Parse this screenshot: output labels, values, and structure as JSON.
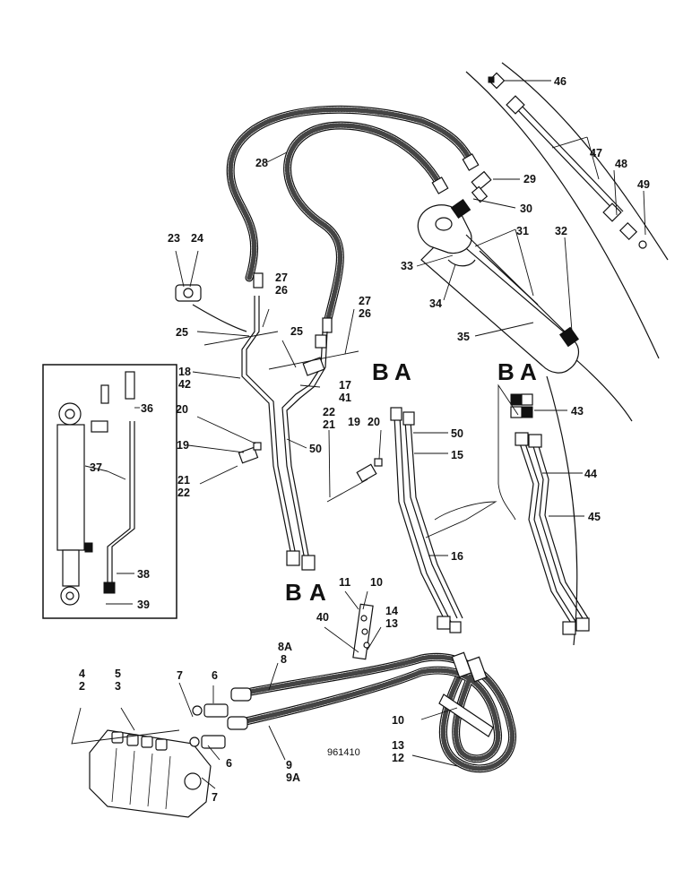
{
  "drawing_number": "961410",
  "part_labels": [
    "46",
    "47",
    "48",
    "49",
    "28",
    "29",
    "30",
    "31",
    "32",
    "33",
    "34",
    "35",
    "23",
    "24",
    "27",
    "26",
    "25",
    "18",
    "42",
    "17",
    "41",
    "22",
    "21",
    "19",
    "20",
    "50",
    "15",
    "16",
    "43",
    "44",
    "45",
    "36",
    "37",
    "38",
    "39",
    "11",
    "10",
    "40",
    "14",
    "13",
    "8A",
    "8",
    "4",
    "2",
    "5",
    "3",
    "7",
    "6",
    "9",
    "9A",
    "12"
  ],
  "port_labels": [
    "B",
    "A"
  ]
}
